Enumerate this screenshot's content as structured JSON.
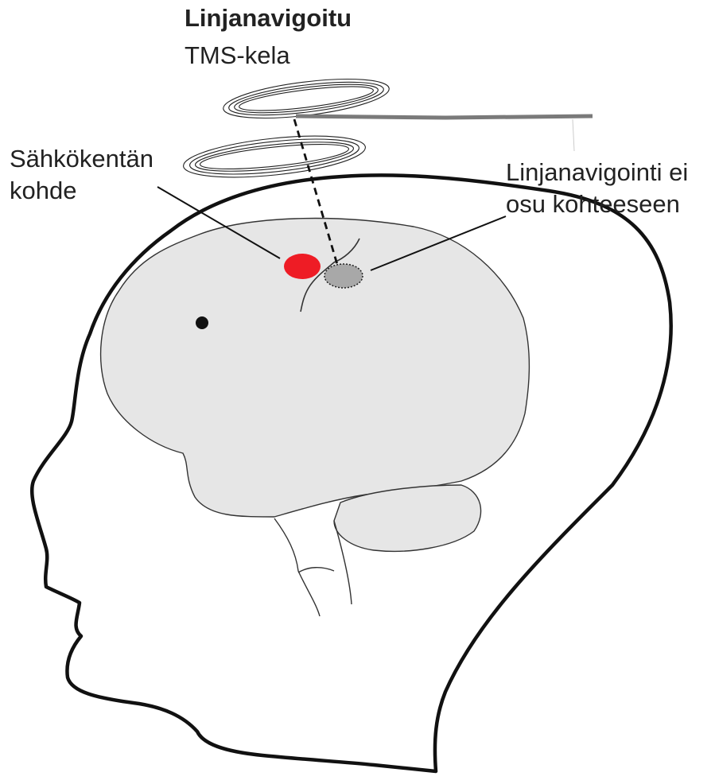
{
  "coil": {
    "title": "Linjanavigoitu",
    "subtitle": "TMS-kela"
  },
  "labels": {
    "target": [
      "Sähkökentän",
      "kohde"
    ],
    "miss": [
      "Linjanavigointi ei",
      "osu kohteeseen"
    ]
  },
  "colors": {
    "target_spot": "#ee1c25",
    "miss_spot": "#a8a8a8",
    "brain_fill": "#e6e6e6",
    "outline": "#111111",
    "coil_handle": "#7a7a7a"
  },
  "icons": [
    "head-outline",
    "brain",
    "tms-coil-figure8",
    "navigation-line"
  ]
}
